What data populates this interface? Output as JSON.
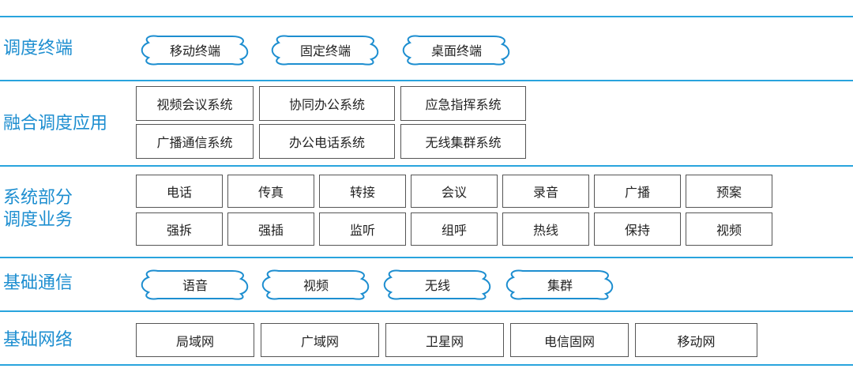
{
  "colors": {
    "accent": "#1d8ed0",
    "line": "#29a4dd",
    "box_border": "#555555"
  },
  "rows": {
    "terminals": {
      "label": "调度终端",
      "items": [
        "移动终端",
        "固定终端",
        "桌面终端"
      ]
    },
    "apps": {
      "label": "融合调度应用",
      "items": [
        "视频会议系统",
        "协同办公系统",
        "应急指挥系统",
        "广播通信系统",
        "办公电话系统",
        "无线集群系统"
      ]
    },
    "business": {
      "label_line1": "系统部分",
      "label_line2": "调度业务",
      "items": [
        "电话",
        "传真",
        "转接",
        "会议",
        "录音",
        "广播",
        "预案",
        "强拆",
        "强插",
        "监听",
        "组呼",
        "热线",
        "保持",
        "视频"
      ]
    },
    "comm": {
      "label": "基础通信",
      "items": [
        "语音",
        "视频",
        "无线",
        "集群"
      ]
    },
    "network": {
      "label": "基础网络",
      "items": [
        "局域网",
        "广域网",
        "卫星网",
        "电信固网",
        "移动网"
      ]
    }
  }
}
